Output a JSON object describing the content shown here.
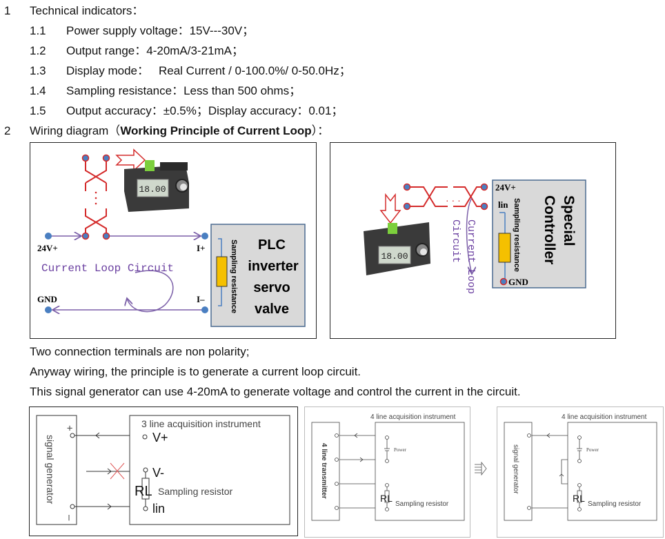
{
  "section1": {
    "number": "1",
    "title": "Technical indicators：",
    "items": [
      {
        "number": "1.1",
        "label": "Power supply voltage：",
        "value": "15V---30V；"
      },
      {
        "number": "1.2",
        "label": "Output range：",
        "value": "4-20mA/3-21mA；"
      },
      {
        "number": "1.3",
        "label": "Display mode：",
        "value": "Real Current / 0-100.0%/ 0-50.0Hz；"
      },
      {
        "number": "1.4",
        "label": "Sampling resistance：",
        "value": "Less than 500 ohms；"
      },
      {
        "number": "1.5",
        "label": "Output accuracy：",
        "value": "±0.5%；Display accuracy：0.01；"
      }
    ]
  },
  "section2": {
    "number": "2",
    "title_prefix": "Wiring diagram（",
    "title_bold": "Working Principle of Current Loop",
    "title_suffix": "）："
  },
  "diagram_left": {
    "label_24v": "24V+",
    "label_gnd": "GND",
    "label_iplus": "I+",
    "label_iminus": "I–",
    "loop_label": "Current Loop Circuit",
    "resistor_label": "Sampling resistance",
    "device_lines": [
      "PLC",
      "inverter",
      "servo",
      "valve"
    ],
    "display_reading": "18.00"
  },
  "diagram_right": {
    "label_24v": "24V+",
    "label_lin": "lin",
    "label_gnd": "GND",
    "resistor_label": "Sampling resistance",
    "device_lines": [
      "Special",
      "Controller"
    ],
    "loop_label_1": "Current Loop",
    "loop_label_2": "Circuit",
    "display_reading": "18.00"
  },
  "notes": [
    "Two connection terminals are non polarity;",
    "Anyway wiring, the principle is to generate a current loop circuit.",
    "This signal generator can use 4-20mA to generate voltage and control the current in the circuit."
  ],
  "bottom_left": {
    "source_label": "signal generator",
    "plus": "+",
    "minus": "–",
    "instrument_title": "3 line acquisition instrument",
    "v_plus": "V+",
    "v_minus": "V-",
    "rl": "RL",
    "resistor_label": "Sampling resistor",
    "iin": "lin"
  },
  "bottom_mid": {
    "instrument_title": "4 line acquisition instrument",
    "source_label": "4 line transmitter",
    "power_label": "Power",
    "rl": "RL",
    "resistor_label": "Sampling resistor"
  },
  "bottom_right": {
    "instrument_title": "4 line acquisition instrument",
    "source_label": "signal generator",
    "power_label": "Power",
    "rl": "RL",
    "resistor_label": "Sampling resistor"
  },
  "colors": {
    "wire_red": "#d42a2a",
    "wire_purple": "#7b5fa8",
    "terminal_blue": "#4a7fc1",
    "resistor_yellow": "#f5c000",
    "device_box": "#d9d9d9",
    "device_border": "#4a6a90",
    "terminal_green": "#7ccf3c"
  }
}
